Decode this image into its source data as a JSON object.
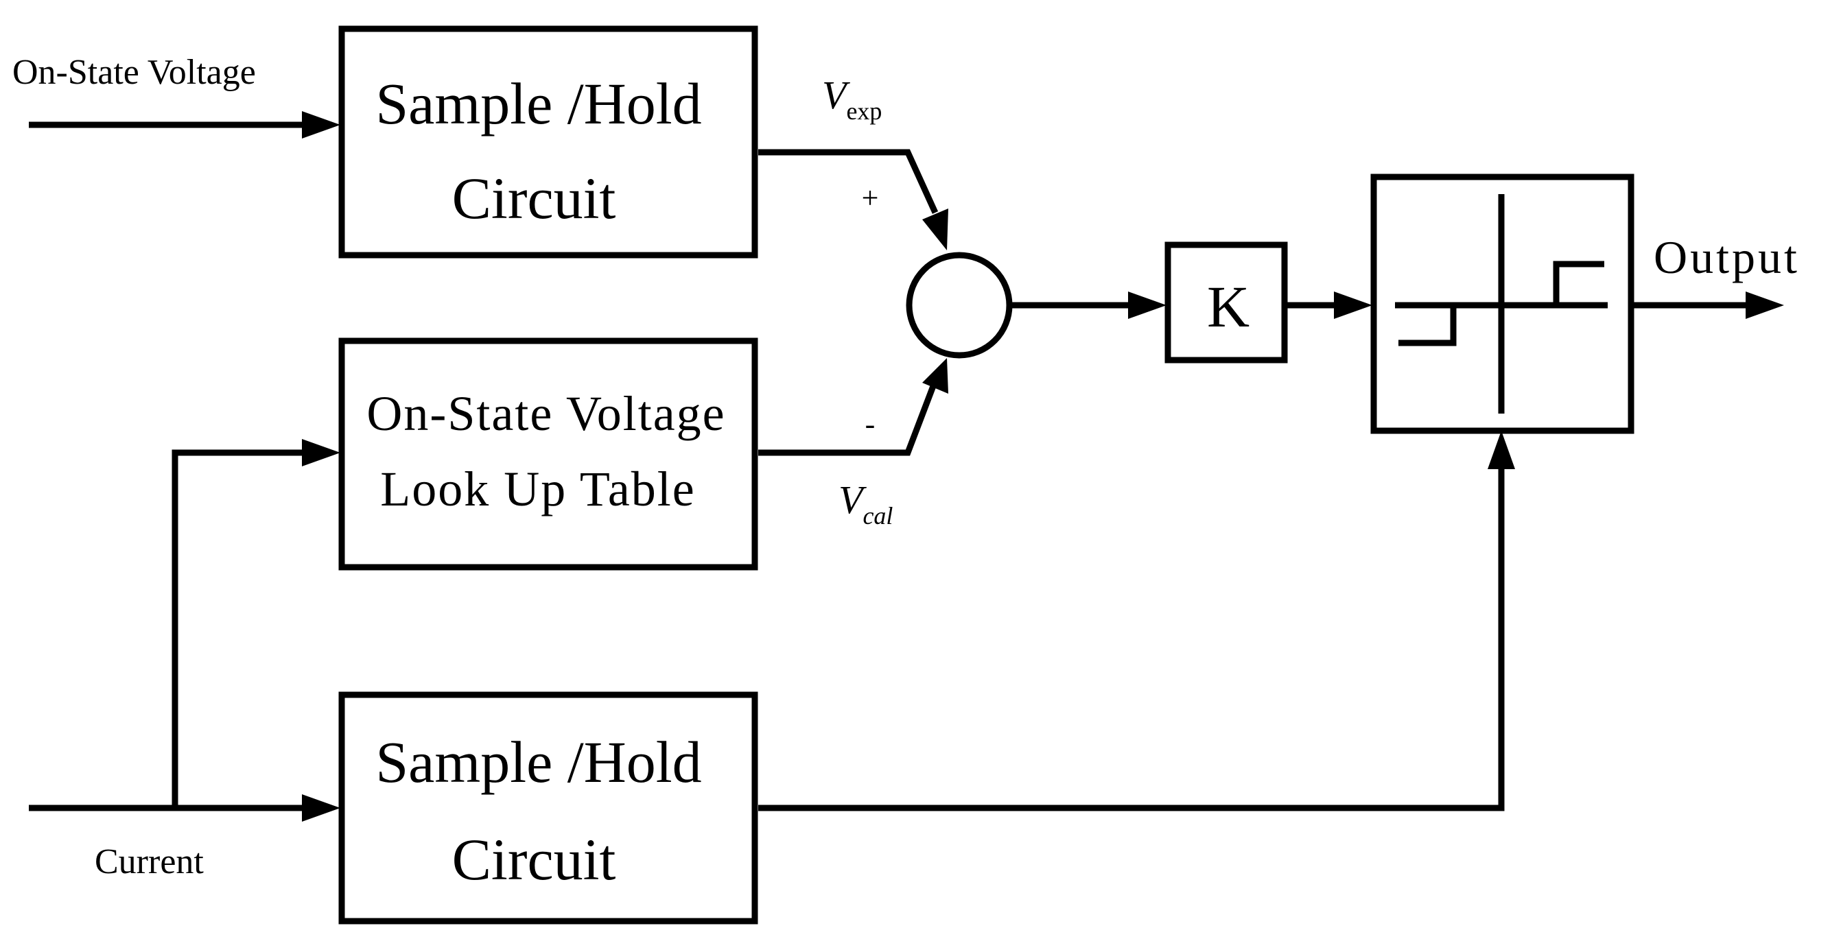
{
  "inputs": {
    "on_state_voltage": "On-State Voltage",
    "current": "Current"
  },
  "blocks": {
    "sample_hold_top": {
      "line1": "Sample /Hold",
      "line2": "Circuit"
    },
    "lookup_table": {
      "line1": "On-State Voltage",
      "line2": "Look Up Table"
    },
    "sample_hold_bottom": {
      "line1": "Sample /Hold",
      "line2": "Circuit"
    },
    "gain": "K"
  },
  "signals": {
    "v_exp": {
      "symbol": "V",
      "subscript": "exp"
    },
    "v_cal": {
      "symbol": "V",
      "subscript": "cal"
    },
    "plus": "+",
    "minus": "-"
  },
  "output": "Output"
}
